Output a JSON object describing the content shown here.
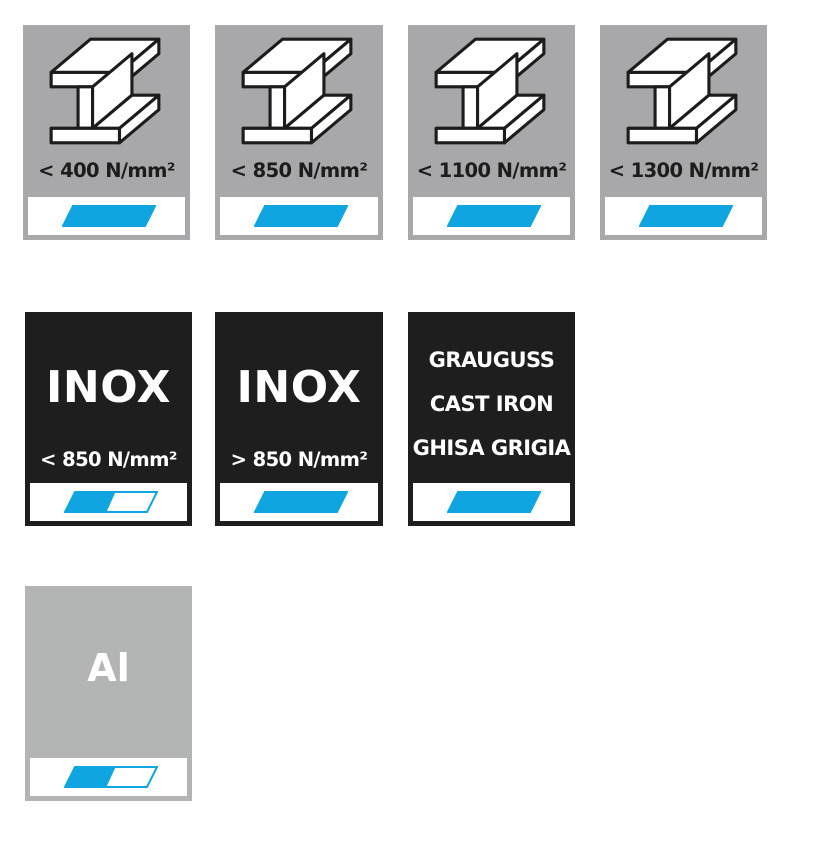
{
  "steel_tiles": [
    {
      "label": "< 400 N/mm²"
    },
    {
      "label": "< 850 N/mm²"
    },
    {
      "label": "< 1100 N/mm²"
    },
    {
      "label": "< 1300 N/mm²"
    }
  ],
  "inox_tiles": [
    {
      "title": "INOX",
      "label": "< 850 N/mm²",
      "suitability": 0.5
    },
    {
      "title": "INOX",
      "label": "> 850 N/mm²",
      "suitability": 1
    }
  ],
  "cast_iron_tile": {
    "lines": [
      "GRAUGUSS",
      "CAST IRON",
      "GHISA GRIGIA"
    ],
    "suitability": 1
  },
  "aluminium_tile": {
    "symbol": "Al",
    "suitability": 0.5
  },
  "colors": {
    "accent": "#0ea5e0",
    "steel_bg": "#a8a8aa",
    "dark_bg": "#1e1e1e",
    "al_bg": "#b3b5b4"
  },
  "icons": [
    "i-beam-icon",
    "suitability-bar-icon"
  ]
}
